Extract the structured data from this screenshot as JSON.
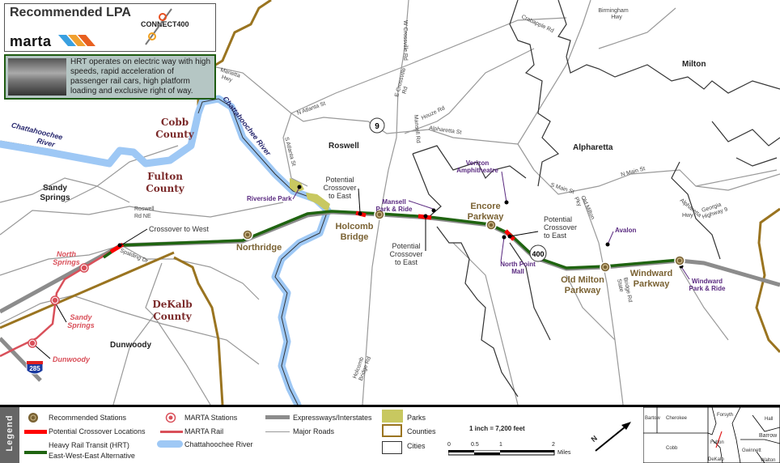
{
  "header": {
    "title": "Recommended LPA",
    "marta_logo": "marta",
    "connect_logo": "CONNECT400",
    "info_text": "HRT operates on electric way with high speeds, rapid acceleration of passenger rail cars, high platform loading and exclusive right of way."
  },
  "colors": {
    "hrt_line": "#1f6410",
    "crossover": "#ff0000",
    "marta_rail": "#d9505a",
    "expressway": "#8c8c8c",
    "river": "#9ec8f5",
    "county_line": "#9a7420",
    "park": "#c8c860",
    "station": "#7a6233",
    "poi": "#5a2a80"
  },
  "map": {
    "cities": [
      "Roswell",
      "Alpharetta",
      "Milton",
      "Dunwoody",
      "Sandy",
      "Springs"
    ],
    "counties": [
      {
        "line1": "Cobb",
        "line2": "County"
      },
      {
        "line1": "Fulton",
        "line2": "County"
      },
      {
        "line1": "DeKalb",
        "line2": "County"
      }
    ],
    "recommended_stations": [
      {
        "line1": "Northridge",
        "line2": ""
      },
      {
        "line1": "Holcomb",
        "line2": "Bridge"
      },
      {
        "line1": "Encore",
        "line2": "Parkway"
      },
      {
        "line1": "Old Milton",
        "line2": "Parkway"
      },
      {
        "line1": "Windward",
        "line2": "Parkway"
      }
    ],
    "marta_stations": [
      {
        "line1": "North",
        "line2": "Springs"
      },
      {
        "line1": "Sandy",
        "line2": "Springs"
      },
      {
        "line1": "Dunwoody",
        "line2": ""
      }
    ],
    "crossovers": {
      "west": "Crossover to West",
      "east_line1": "Potential",
      "east_line2": "Crossover",
      "east_line3": "to East"
    },
    "poi": {
      "riverside": "Riverside Park",
      "mansell1": "Mansell",
      "mansell2": "Park & Ride",
      "verizon1": "Verizon",
      "verizon2": "Amphitheatre",
      "northpoint1": "North Point",
      "northpoint2": "Mall",
      "avalon": "Avalon",
      "windward1": "Windward",
      "windward2": "Park & Ride"
    },
    "river_labels": [
      "Chattahoochee",
      "River",
      "Chattahoochee River"
    ],
    "roads": {
      "marietta1": "Marietta",
      "marietta2": "Hwy",
      "n_atlanta": "N Atlanta St",
      "s_atlanta": "S Atlanta St",
      "w_crossville": "W Crossville Rd",
      "e_crossville1": "E Crossville",
      "e_crossville2": "Rd",
      "mansell": "Mansell Rd",
      "houze": "Houze Rd",
      "alpharetta_st": "Alpharetta St",
      "crabapple": "Crabapple Rd",
      "birmingham1": "Birmingham",
      "birmingham2": "Hwy",
      "s_main": "S Main St",
      "n_main": "N Main St",
      "old_milton1": "Old Milton",
      "old_milton2": "Pky",
      "alpharetta_hwy1": "Alpharetta",
      "alpharetta_hwy2": "Hwy",
      "georgia1": "Georgia",
      "georgia2": "Highway 9",
      "state_bridge1": "State",
      "state_bridge2": "Bridge Rd",
      "roswell1": "Roswell",
      "roswell2": "Rd NE",
      "spalding": "Spalding Dr",
      "holcomb1": "Holcomb",
      "holcomb2": "Bridge Rd"
    },
    "shields": {
      "sr9": "9",
      "ga400": "400",
      "i285": "285"
    }
  },
  "legend": {
    "title": "Legend",
    "recommended_stations": "Recommended Stations",
    "crossover": "Potential Crossover Locations",
    "hrt1": "Heavy Rail Transit (HRT)",
    "hrt2": "East-West-East Alternative",
    "marta_stations": "MARTA Stations",
    "marta_rail": "MARTA Rail",
    "river": "Chattahoochee River",
    "expressways": "Expressways/Interstates",
    "major_roads": "Major Roads",
    "parks": "Parks",
    "counties": "Counties",
    "cities": "Cities",
    "scale_text": "1 inch = 7,200 feet",
    "scale_ticks": [
      "0",
      "0.5",
      "1",
      "2"
    ],
    "scale_unit": "Miles",
    "north_arrow": "N",
    "inset_counties": [
      "Bartow",
      "Cherokee",
      "Forsyth",
      "Hall",
      "Cobb",
      "Fulton",
      "Gwinnett",
      "Barrow",
      "DeKalb",
      "Walton"
    ]
  }
}
